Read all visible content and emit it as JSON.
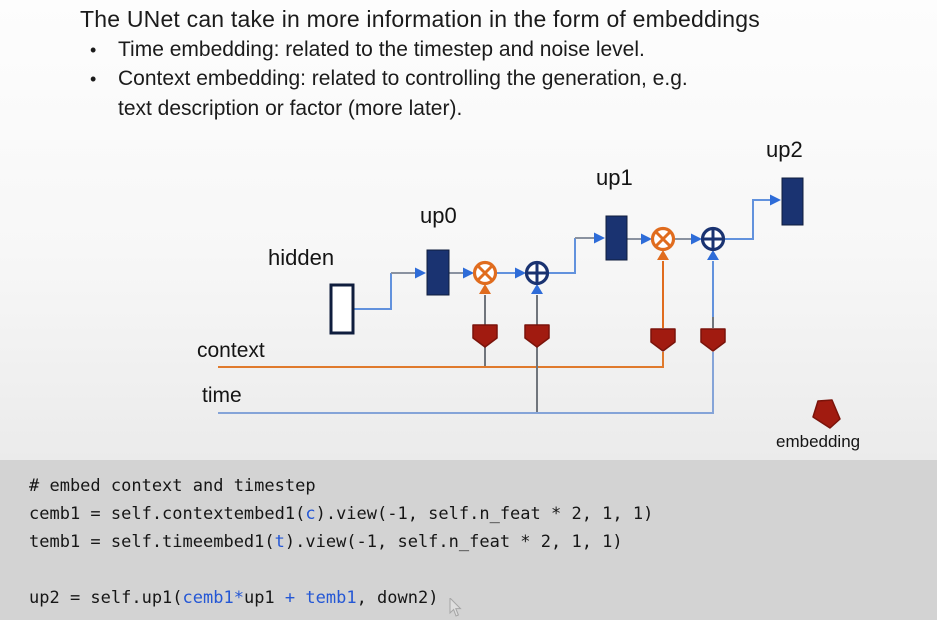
{
  "slide": {
    "title": "The UNet can take in more information in the form of embeddings",
    "bullet_char": "•",
    "bullets": [
      {
        "line1": "Time embedding: related to the timestep and noise level."
      },
      {
        "line1": "Context embedding: related to controlling the generation, e.g.",
        "line2": "text description or factor (more later)."
      }
    ]
  },
  "diagram": {
    "labels": {
      "hidden": "hidden",
      "up0": "up0",
      "up1": "up1",
      "up2": "up2",
      "context": "context",
      "time": "time",
      "embedding": "embedding"
    },
    "nodes": [
      "hidden",
      "up0",
      "up1",
      "up2"
    ],
    "operations": [
      "multiply-context",
      "add-time",
      "multiply-context",
      "add-time"
    ],
    "legend": {
      "symbol": "embedding-pentagon",
      "label": "embedding"
    }
  },
  "code": {
    "lines": [
      {
        "segments": [
          {
            "t": "# embed context and timestep",
            "c": "black"
          }
        ]
      },
      {
        "segments": [
          {
            "t": "cemb1 = self.contextembed1(",
            "c": "black"
          },
          {
            "t": "c",
            "c": "blue"
          },
          {
            "t": ").view(-1, self.n_feat * 2, 1, 1)",
            "c": "black"
          }
        ]
      },
      {
        "segments": [
          {
            "t": "temb1 = self.timeembed1(",
            "c": "black"
          },
          {
            "t": "t",
            "c": "blue"
          },
          {
            "t": ").view(-1, self.n_feat * 2, 1, 1)",
            "c": "black"
          }
        ]
      },
      {
        "segments": []
      },
      {
        "segments": [
          {
            "t": "up2 = self.up1(",
            "c": "black"
          },
          {
            "t": "cemb1*",
            "c": "blue"
          },
          {
            "t": "up1 ",
            "c": "black"
          },
          {
            "t": "+ temb1",
            "c": "blue"
          },
          {
            "t": ", down2)",
            "c": "black"
          }
        ]
      }
    ]
  },
  "colors": {
    "text": "#1b1b1b",
    "navy": "#1a3371",
    "navy_edge": "#0f1d3d",
    "orange": "#e06c1e",
    "context_line": "#e07a2d",
    "time_line": "#85a4d8",
    "blue_line": "#6292dd",
    "blue_arrow": "#2e6cd8",
    "gray_line": "#8a92a0",
    "dgray_line": "#70757c",
    "dark_red": "#a11b10",
    "dark_red_edge": "#7a130a",
    "code_bg": "#d3d3d3",
    "code_blue": "#2457d5"
  }
}
